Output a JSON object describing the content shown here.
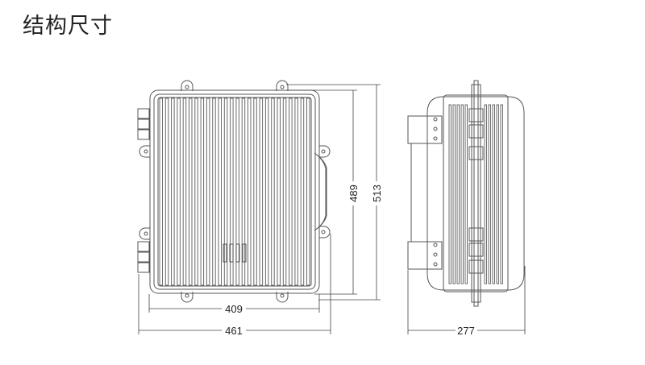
{
  "title": "结构尺寸",
  "dimensions": {
    "front_inner_width": "409",
    "front_outer_width": "461",
    "front_inner_height": "489",
    "front_outer_height": "513",
    "side_depth": "277"
  },
  "colors": {
    "line": "#555555",
    "fin": "#6a6a6a"
  }
}
